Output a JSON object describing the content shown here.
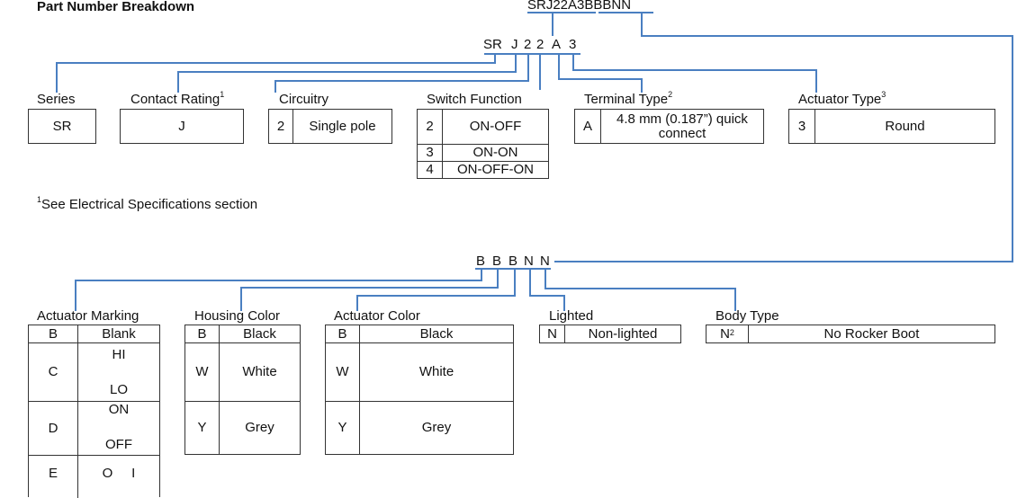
{
  "title": "Part Number Breakdown",
  "full_part_number": "SRJ22A3BBBNN",
  "prefix_code": {
    "segments": [
      "SR",
      "J",
      "2",
      "2",
      "A",
      "3"
    ]
  },
  "suffix_code": {
    "segments": [
      "B",
      "B",
      "B",
      "N",
      "N"
    ]
  },
  "footnote": {
    "mark": "1",
    "text": "See Electrical Specifications section"
  },
  "colors": {
    "connector": "#4a7fc1",
    "border": "#333333",
    "text": "#111111"
  },
  "series": {
    "label": "Series",
    "value": "SR"
  },
  "contact_rating": {
    "label": "Contact Rating",
    "sup": "1",
    "value": "J"
  },
  "circuitry": {
    "label": "Circuitry",
    "code": "2",
    "value": "Single pole"
  },
  "switch_function": {
    "label": "Switch Function",
    "rows": [
      {
        "code": "2",
        "value": "ON-OFF"
      },
      {
        "code": "3",
        "value": "ON-ON"
      },
      {
        "code": "4",
        "value": "ON-OFF-ON"
      }
    ]
  },
  "terminal_type": {
    "label": "Terminal Type",
    "sup": "2",
    "code": "A",
    "value_line1": "4.8 mm (0.187”) quick",
    "value_line2": "connect"
  },
  "actuator_type": {
    "label": "Actuator Type",
    "sup": "3",
    "code": "3",
    "value": "Round"
  },
  "actuator_marking": {
    "label": "Actuator Marking",
    "rows": [
      {
        "code": "B",
        "value": "Blank"
      },
      {
        "code": "C",
        "top": "HI",
        "bottom": "LO"
      },
      {
        "code": "D",
        "top": "ON",
        "bottom": "OFF"
      },
      {
        "code": "E",
        "value": "O     I"
      }
    ]
  },
  "housing_color": {
    "label": "Housing Color",
    "rows": [
      {
        "code": "B",
        "value": "Black"
      },
      {
        "code": "W",
        "value": "White"
      },
      {
        "code": "Y",
        "value": "Grey"
      }
    ]
  },
  "actuator_color": {
    "label": "Actuator Color",
    "rows": [
      {
        "code": "B",
        "value": "Black"
      },
      {
        "code": "W",
        "value": "White"
      },
      {
        "code": "Y",
        "value": "Grey"
      }
    ]
  },
  "lighted": {
    "label": "Lighted",
    "code": "N",
    "value": "Non-lighted"
  },
  "body_type": {
    "label": "Body Type",
    "code": "N",
    "sup": "2",
    "value": "No Rocker Boot"
  }
}
